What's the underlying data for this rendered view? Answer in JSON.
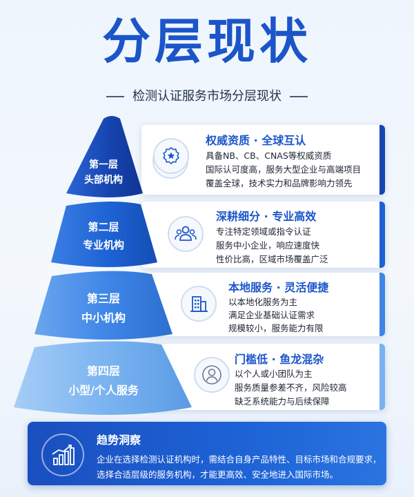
{
  "header": {
    "title": "分层现状",
    "subtitle": "检测认证服务市场分层现状"
  },
  "colors": {
    "brand": "#1b55c9",
    "layer1": "#1645b0",
    "layer2": "#1d62d4",
    "layer3": "#3d85e6",
    "layer4": "#78b2f0"
  },
  "layers": [
    {
      "level": "第一层",
      "name": "头部机构",
      "icon": "award-badge-icon",
      "title": "权威资质 · 全球互认",
      "lines": [
        "具备NB、CB、CNAS等权威资质",
        "国际认可度高，服务大型企业与高端项目",
        "覆盖全球，技术实力和品牌影响力领先"
      ]
    },
    {
      "level": "第二层",
      "name": "专业机构",
      "icon": "team-icon",
      "title": "深耕细分 · 专业高效",
      "lines": [
        "专注特定领域或指令认证",
        "服务中小企业，响应速度快",
        "性价比高，区域市场覆盖广泛"
      ]
    },
    {
      "level": "第三层",
      "name": "中小机构",
      "icon": "building-icon",
      "title": "本地服务 · 灵活便捷",
      "lines": [
        "以本地化服务为主",
        "满足企业基础认证需求",
        "规模较小，服务能力有限"
      ]
    },
    {
      "level": "第四层",
      "name": "小型/个人服务",
      "icon": "person-icon",
      "title": "门槛低 · 鱼龙混杂",
      "lines": [
        "以个人或小团队为主",
        "服务质量参差不齐，风险较高",
        "缺乏系统能力与后续保障"
      ]
    }
  ],
  "trend": {
    "icon": "bar-chart-trend-icon",
    "title": "趋势洞察",
    "lines": [
      "企业在选择检测认证机构时，需结合自身产品特性、目标市场和合规要求，",
      "选择合适层级的服务机构，才能更高效、安全地进入国际市场。"
    ]
  }
}
